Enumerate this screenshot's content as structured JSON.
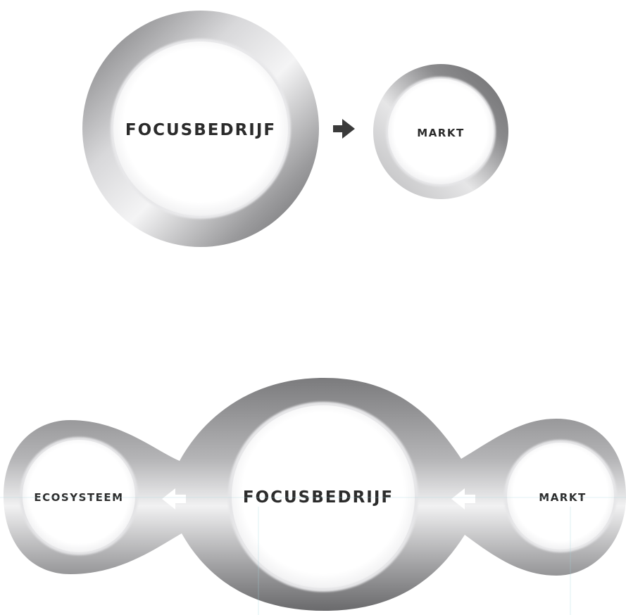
{
  "diagram_top": {
    "nodes": [
      {
        "id": "focus",
        "label": "FOCUSBEDRIJF"
      },
      {
        "id": "markt",
        "label": "MARKT"
      }
    ],
    "arrow": {
      "from": "focus",
      "to": "markt",
      "color": "#3a3a3a"
    }
  },
  "diagram_bottom": {
    "nodes": [
      {
        "id": "ecosysteem",
        "label": "ECOSYSTEEM"
      },
      {
        "id": "focus",
        "label": "FOCUSBEDRIJF"
      },
      {
        "id": "markt",
        "label": "MARKT"
      }
    ],
    "arrows": [
      {
        "from": "markt",
        "to": "focus",
        "color": "#ffffff"
      },
      {
        "from": "focus",
        "to": "ecosysteem",
        "color": "#ffffff"
      }
    ]
  },
  "colors": {
    "ring_dark": "#6e6e70",
    "ring_light": "#e9e9ea",
    "label": "#2b2b2b",
    "guide": "#9fd3dd"
  }
}
